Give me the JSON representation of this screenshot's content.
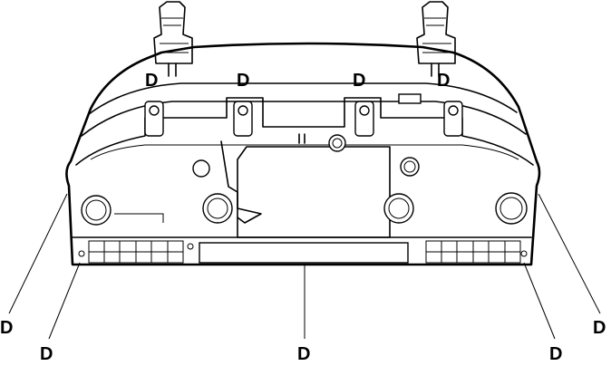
{
  "labels": {
    "top_1": "D",
    "top_2": "D",
    "top_3": "D",
    "top_4": "D",
    "bottom_left_outer": "D",
    "bottom_left_inner": "D",
    "bottom_center": "D",
    "bottom_right_inner": "D",
    "bottom_right_outer": "D"
  }
}
